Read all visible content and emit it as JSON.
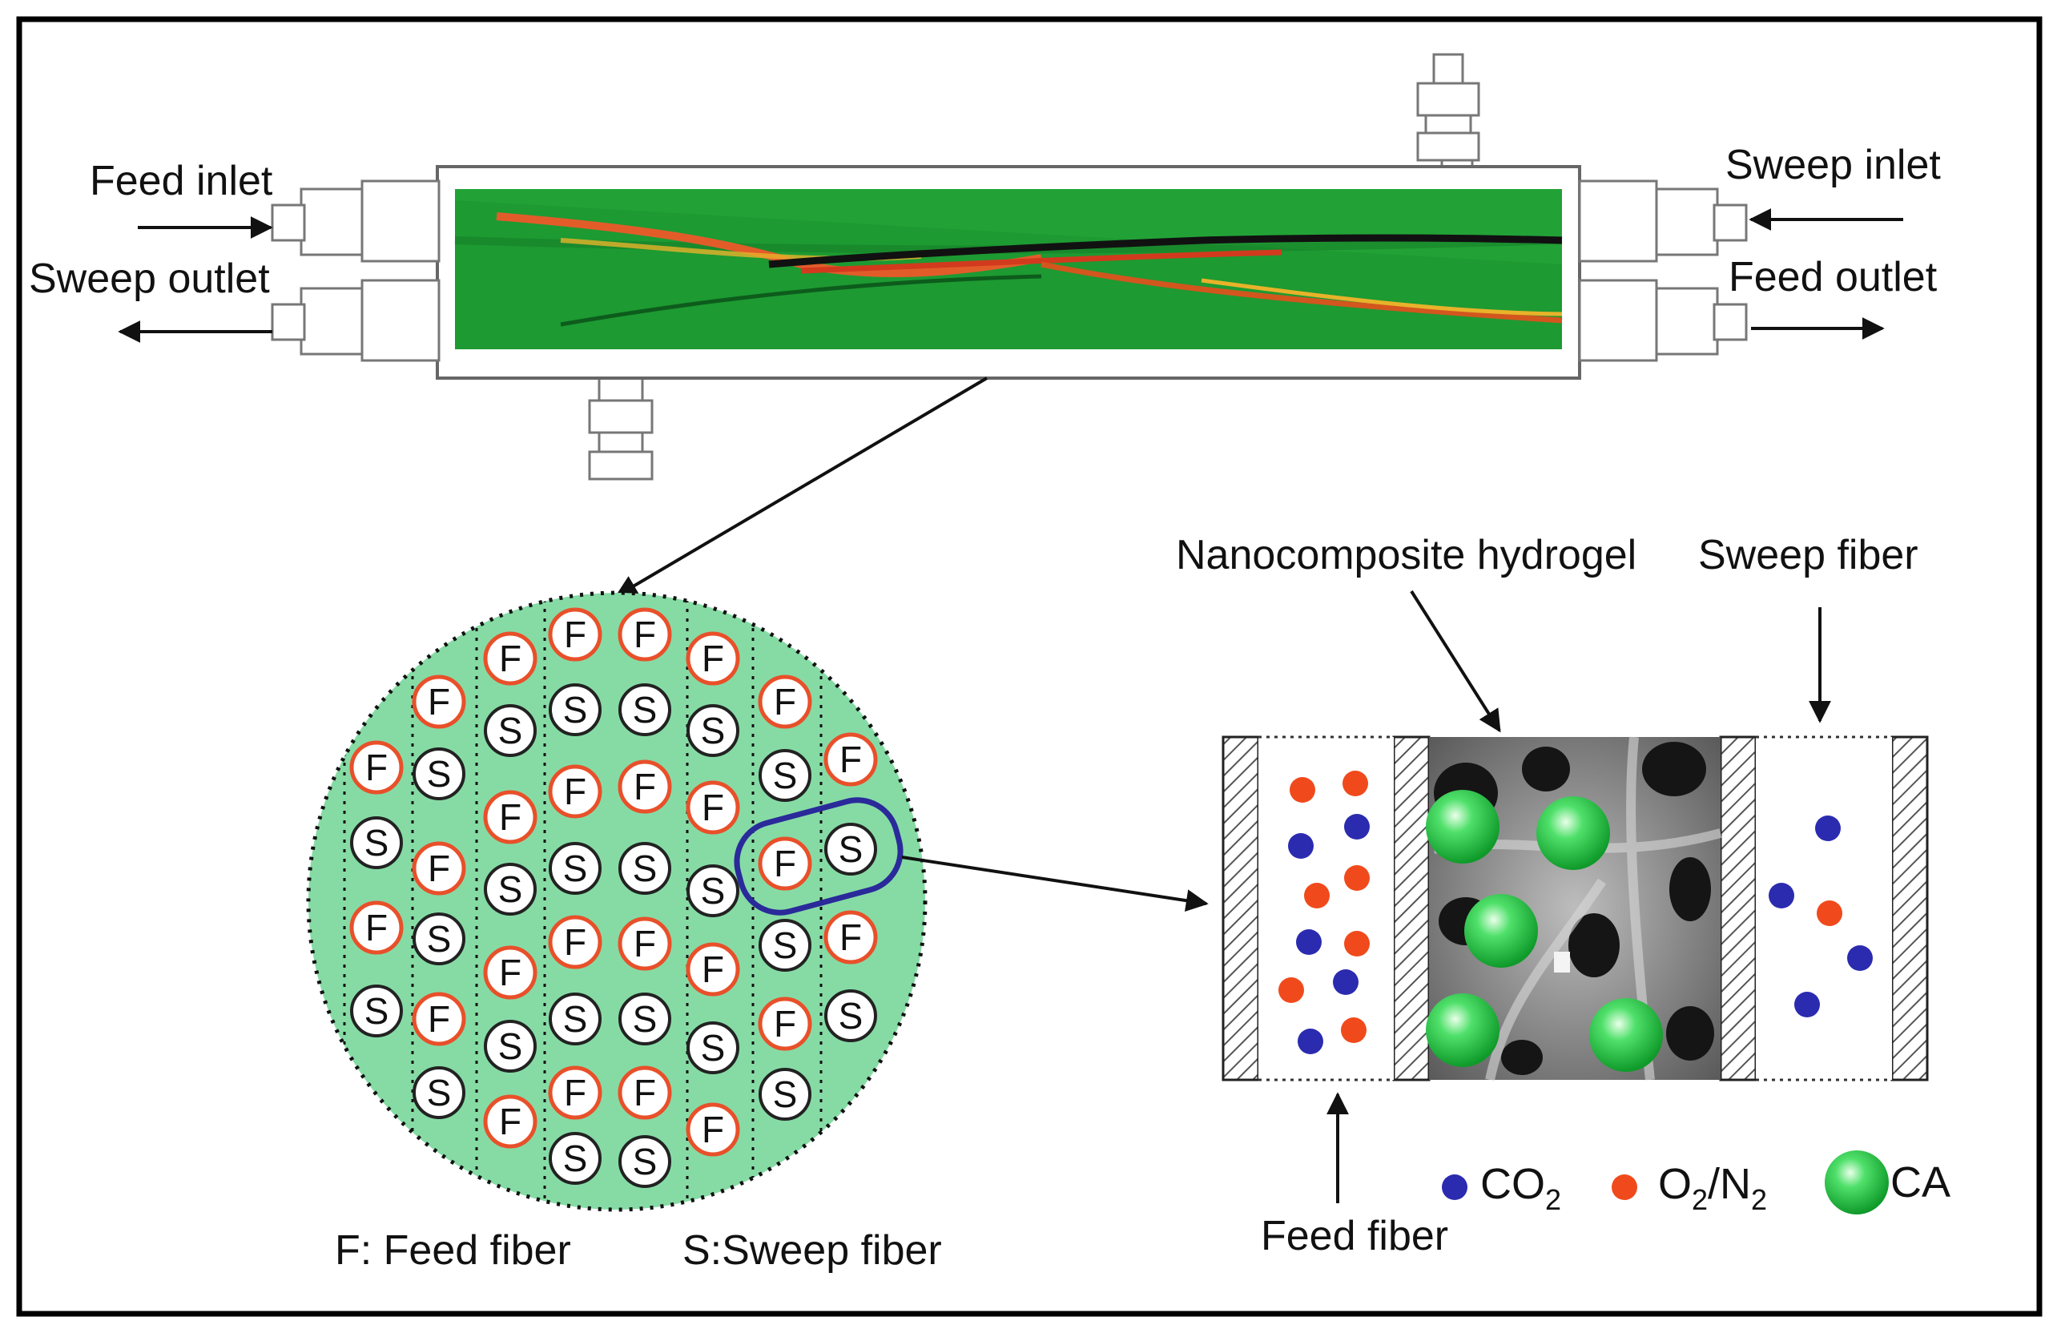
{
  "labels": {
    "feed_inlet": "Feed inlet",
    "sweep_outlet": "Sweep outlet",
    "sweep_inlet": "Sweep inlet",
    "feed_outlet": "Feed outlet",
    "nanocomposite": "Nanocomposite hydrogel",
    "sweep_fiber_top": "Sweep fiber",
    "feed_fiber_bottom": "Feed fiber",
    "key_feed": "F: Feed fiber",
    "key_sweep": "S:Sweep fiber"
  },
  "legend": {
    "co2": {
      "base": "CO",
      "sub": "2",
      "color": "#2b2bb0"
    },
    "o2n2": {
      "a": "O",
      "a_sub": "2",
      "slash": "/N",
      "b_sub": "2",
      "color": "#f04a1c"
    },
    "ca": {
      "text": "CA",
      "color": "#1ec83c"
    }
  },
  "fiber_letters": {
    "feed": "F",
    "sweep": "S"
  },
  "colors": {
    "module_green": "#22a236",
    "cross_section": "#86dba5",
    "feed_ring": "#e8502a",
    "highlight": "#2a2a9a",
    "hydrogel_gray": "#8a8a8a"
  }
}
